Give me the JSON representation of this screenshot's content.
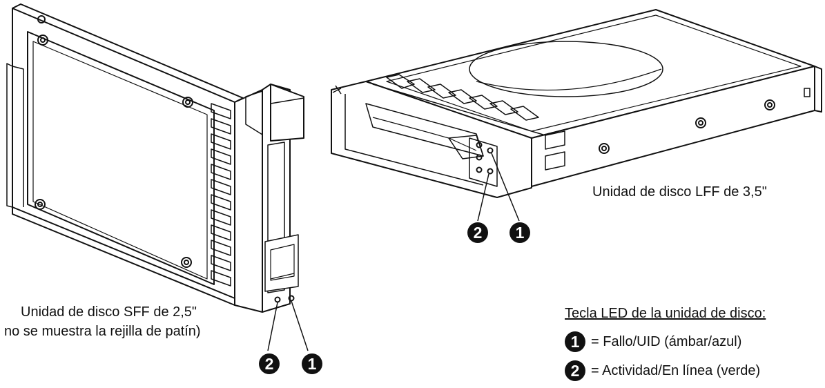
{
  "sff": {
    "caption_line1": "Unidad de disco SFF de 2,5\"",
    "caption_line2": "no se muestra la rejilla de patín)",
    "callout_left": "2",
    "callout_right": "1"
  },
  "lff": {
    "caption": "Unidad de disco LFF de 3,5\"",
    "callout_left": "2",
    "callout_right": "1"
  },
  "legend": {
    "title": "Tecla LED de la unidad de disco:",
    "items": [
      {
        "number": "1",
        "text": "= Fallo/UID (ámbar/azul)"
      },
      {
        "number": "2",
        "text": "= Actividad/En línea (verde)"
      }
    ]
  }
}
